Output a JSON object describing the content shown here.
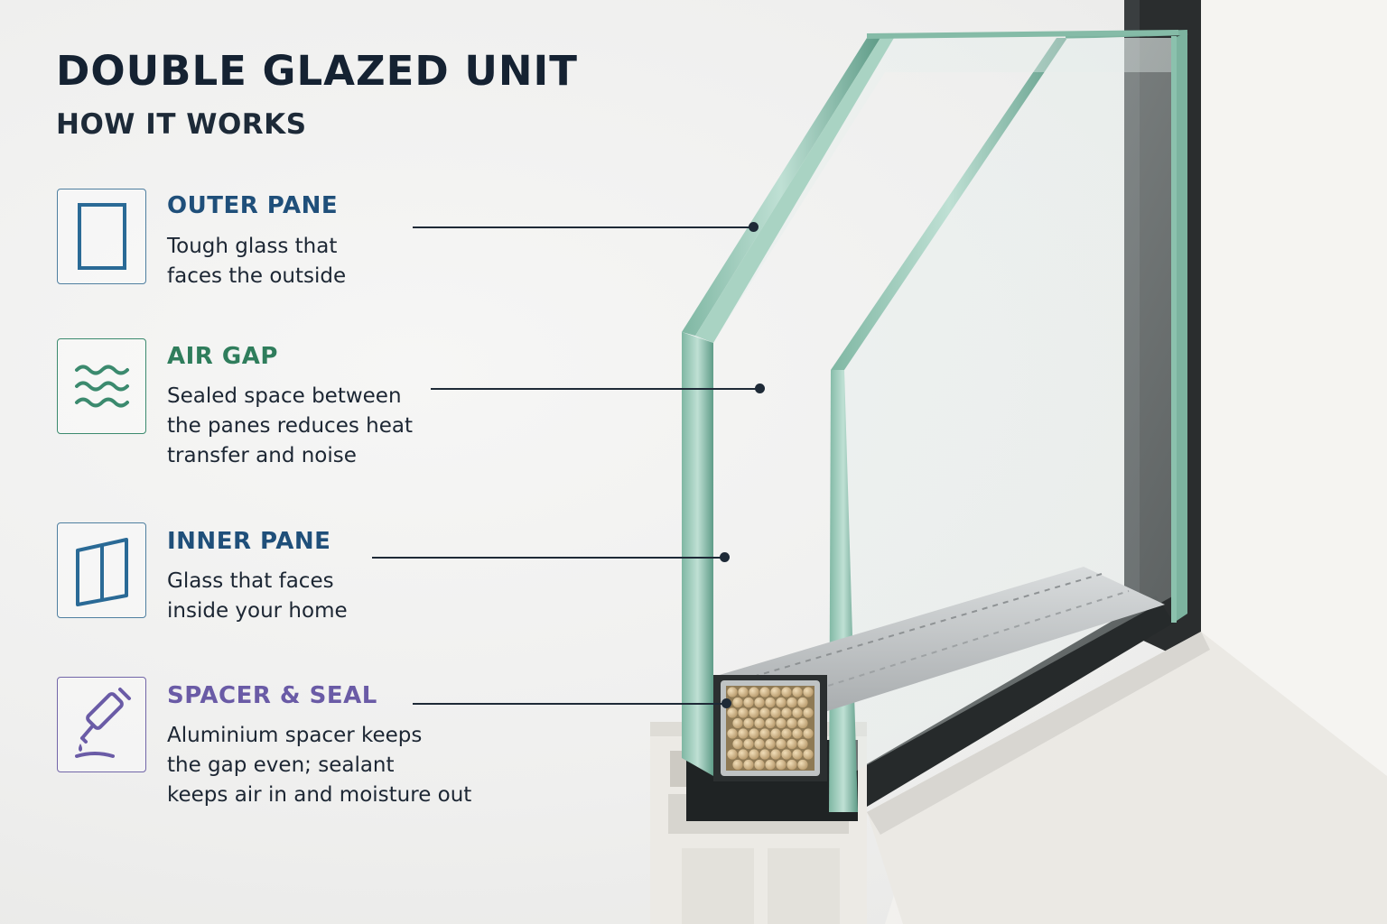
{
  "header": {
    "title": "DOUBLE GLAZED UNIT",
    "subtitle": "HOW IT WORKS"
  },
  "colors": {
    "outer_pane": "#1f4f7a",
    "air_gap": "#2f7d5c",
    "inner_pane": "#1f4f7a",
    "spacer_seal": "#6a5ba6",
    "leader_lines": "#1e2a37"
  },
  "components": [
    {
      "icon": "window-pane-icon",
      "label": "OUTER PANE",
      "description": [
        "Tough glass that",
        "faces the outside"
      ]
    },
    {
      "icon": "wavy-lines-icon",
      "label": "AIR GAP",
      "description": [
        "Sealed space between",
        "the panes reduces heat",
        "transfer and noise"
      ]
    },
    {
      "icon": "split-window-icon",
      "label": "INNER PANE",
      "description": [
        "Glass that faces",
        "inside your home"
      ]
    },
    {
      "icon": "sealant-tube-icon",
      "label": "SPACER & SEAL",
      "description": [
        "Aluminium spacer keeps",
        "the gap even; sealant",
        "keeps air in and moisture out"
      ]
    }
  ]
}
